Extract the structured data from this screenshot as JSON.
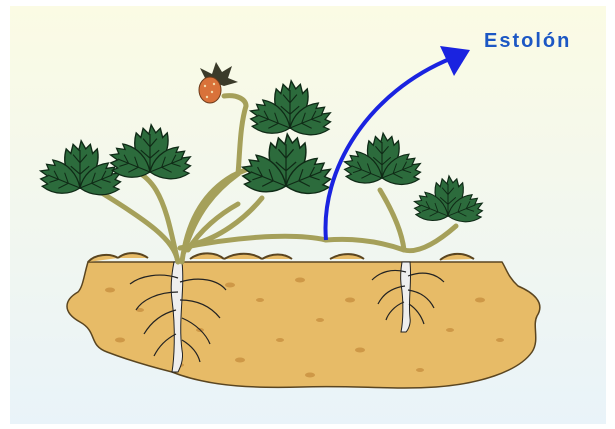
{
  "diagram": {
    "label": "Estolón",
    "colors": {
      "background_top": "#fbfbe4",
      "background_bottom": "#e9f3f9",
      "soil": "#e7bb67",
      "soil_outline": "#5a4520",
      "stolon_stem": "#a5a05a",
      "leaf": "#2c6b3c",
      "leaf_vein": "#0f2a16",
      "root": "#eeeeee",
      "root_outline": "#222222",
      "arrow": "#1a23e0",
      "label": "#1c57c4",
      "fruit": "#d9723a"
    },
    "icons": [
      "strawberry-plant",
      "daughter-plant",
      "stolon-arrow",
      "fruit",
      "roots",
      "soil"
    ]
  }
}
